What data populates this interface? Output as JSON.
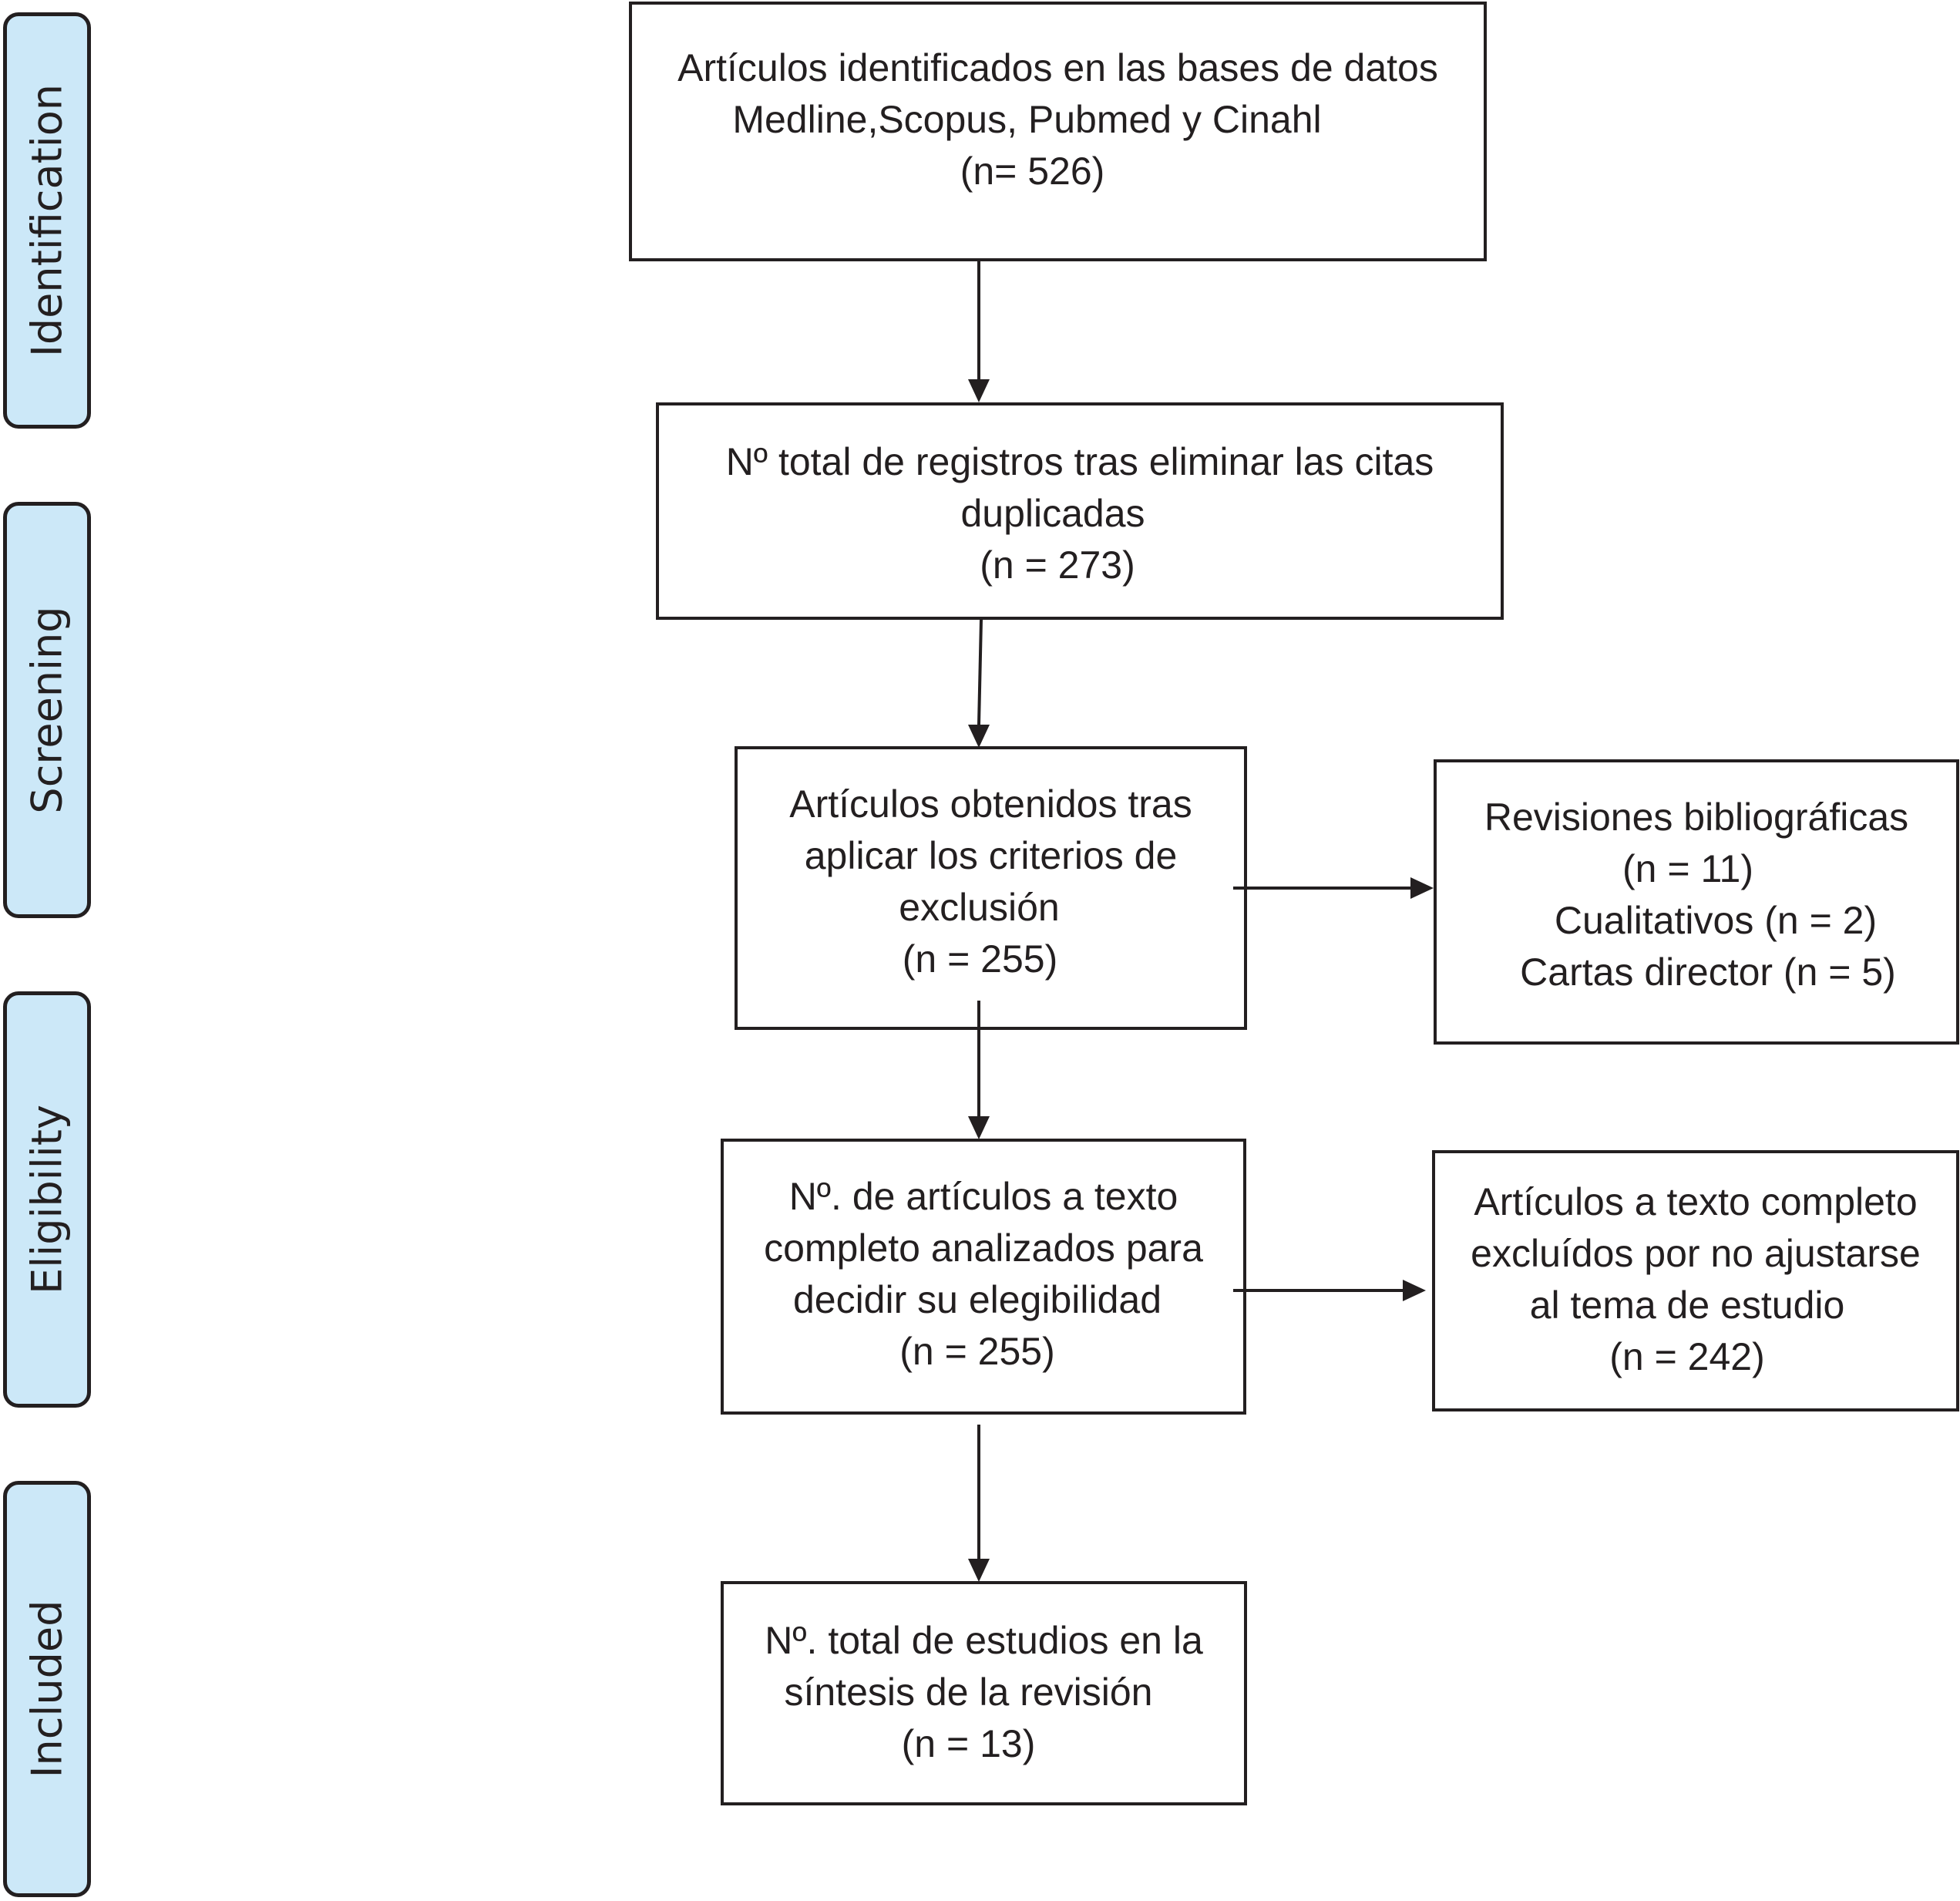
{
  "phases": {
    "identification": "Identification",
    "screening": "Screening",
    "eligibility": "Eligibility",
    "included": "Included"
  },
  "boxes": {
    "identified": {
      "lines": [
        "Artículos identificados en las bases de datos",
        "Medline,Scopus, Pubmed y Cinahl",
        "(n= 526)"
      ]
    },
    "after_duplicates": {
      "lines": [
        "Nº total de registros tras eliminar las citas",
        "duplicadas",
        "(n = 273)"
      ]
    },
    "after_exclusion": {
      "lines": [
        "Artículos obtenidos tras",
        "aplicar los criterios de",
        "exclusión",
        "(n = 255)"
      ]
    },
    "excluded_types": {
      "lines": [
        "Revisiones bibliográficas",
        "(n = 11)",
        "Cualitativos (n = 2)",
        "Cartas director (n = 5)"
      ]
    },
    "full_text_assessed": {
      "lines": [
        "Nº. de artículos a texto",
        "completo analizados para",
        "decidir su elegibilidad",
        "(n = 255)"
      ]
    },
    "full_text_excluded": {
      "lines": [
        "Artículos a texto completo",
        "excluídos por no ajustarse",
        "al tema de estudio",
        "(n = 242)"
      ]
    },
    "included": {
      "lines": [
        "Nº. total de estudios en la",
        "síntesis de la revisión",
        "(n = 13)"
      ]
    }
  }
}
